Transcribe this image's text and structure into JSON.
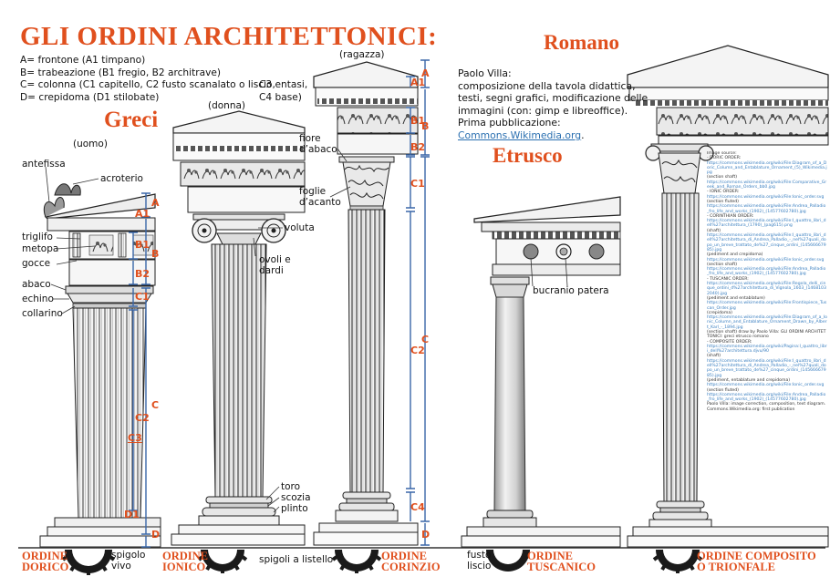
{
  "title": "GLI ORDINI ARCHITETTONICI:",
  "legend": {
    "a": "A= frontone (A1 timpano)",
    "b": "B= trabeazione (B1 fregio, B2 architrave)",
    "c_left": "C= colonna (C1 capitello, C2 fusto scanalato o liscio,",
    "c_right": "C3 entasi,",
    "d_left": "D= crepidoma (D1 stilobate)",
    "d_right": "C4 base)"
  },
  "headings": {
    "greci": "Greci",
    "romano": "Romano",
    "etrusco": "Etrusco"
  },
  "figure_labels": {
    "uomo": "(uomo)",
    "donna": "(donna)",
    "ragazza": "(ragazza)"
  },
  "part_labels": {
    "antefissa": "antefissa",
    "acroterio": "acroterio",
    "triglifo": "triglifo",
    "metopa": "metopa",
    "gocce": "gocce",
    "abaco": "abaco",
    "echino": "echino",
    "collarino": "collarino",
    "voluta": "voluta",
    "ovoli_1": "ovoli e",
    "ovoli_2": "dardi",
    "fiore_1": "fiore",
    "fiore_2": "d’abaco",
    "foglie_1": "foglie",
    "foglie_2": "d’acanto",
    "toro": "toro",
    "scozia": "scozia",
    "plinto": "plinto",
    "bucranio": "bucranio patera",
    "spigolo_1": "spigolo",
    "spigolo_2": "vivo",
    "spigoli_listello": "spigoli a listello",
    "fusto_1": "fusto",
    "fusto_2": "liscio"
  },
  "codes": {
    "A": "A",
    "A1": "A1",
    "B": "B",
    "B1": "B1",
    "B2": "B2",
    "C": "C",
    "C1": "C1",
    "C2": "C2",
    "C3": "C3",
    "C4": "C4",
    "D": "D",
    "D1": "D1"
  },
  "orders": {
    "dorico_1": "ORDINE",
    "dorico_2": "DORICO",
    "ionico_1": "ORDINE",
    "ionico_2": "IONICO",
    "corinzio_1": "ORDINE",
    "corinzio_2": "CORINZIO",
    "tuscanico_1": "ORDINE",
    "tuscanico_2": "TUSCANICO",
    "composito_1": "ORDINE COMPOSITO",
    "composito_2": "O TRIONFALE"
  },
  "credit": {
    "line1": "Paolo Villa:",
    "line2": "composizione della tavola didattica,",
    "line3": "testi, segni grafici, modificazione delle",
    "line4": "immagini (con: gimp e libreoffice).",
    "line5": "Prima pubblicazione:",
    "link": "Commons.Wikimedia.org",
    "after_link": "."
  },
  "source_notes": [
    "Image source:",
    "- DORIC ORDER:",
    "https://commons.wikimedia.org/wiki/File:Diagram_of_a_Doric_Column_and_Entablature_Ornament_(5)_Wikimedia.jpg",
    "(section shaft)",
    "https://commons.wikimedia.org/wiki/File:Comparative_Greek_and_Roman_Orders_bb0.jpg",
    "- IONIC ORDER:",
    "https://commons.wikimedia.org/wiki/File:Ionic_order.svg",
    "(section fluted)",
    "https://commons.wikimedia.org/wiki/File:Andrea_Palladio_fro_life_and_works_(1902)_(14577602780).jpg",
    "- CORINTHIAN ORDER:",
    "https://commons.wikimedia.org/wiki/File:I_quattro_libri_dell%27architettura_(1790)_(pag615).png",
    "(shaft)",
    "https://commons.wikimedia.org/wiki/File:I_quattro_libri_dell%27architettura_di_Andrea_Palladio_-_nel%27quali_dopo_un_breve_trattato_de%27_cinque_ordini_(14566667985).jpg",
    "(pediment and crepidoma)",
    "https://commons.wikimedia.org/wiki/File:Ionic_order.svg",
    "(section shaft)",
    "https://commons.wikimedia.org/wiki/File:Andrea_Palladio_fro_life_and_works_(1902)_(14577602780).jpg",
    "- TUSCANIC ORDER:",
    "https://commons.wikimedia.org/wiki/File:Regola_delli_cinque_ordini_d%27architettura_di_Vignola_1603_(14681032040).jpg",
    "(pediment and entablature)",
    "https://commons.wikimedia.org/wiki/File:Frontispiece_Tuscan_Order.jpg",
    "(crepidoma)",
    "https://commons.wikimedia.org/wiki/File:Diagram_of_a_Ionic_Column_and_Entablature_Ornament_Drawn_by_Albert_Karl_-_1894.jpg",
    "(section shaft) draw by Paolo Villa: GLI ORDINI ARCHITETTONICI: greci etrusco romano",
    "- COMPOSITE ORDER:",
    "https://commons.wikimedia.org/wiki/Pagina:I_quattro_libri_dell%27architettura.djvu/90",
    "(shaft)",
    "https://commons.wikimedia.org/wiki/File:I_quattro_libri_dell%27architettura_di_Andrea_Palladio_-_nel%27quali_dopo_un_breve_trattato_de%27_cinque_ordini_(14566667985).jpg",
    "(pediment, entablature and crepidoma)",
    "https://commons.wikimedia.org/wiki/File:Ionic_order.svg",
    "(section fluted)",
    "https://commons.wikimedia.org/wiki/File:Andrea_Palladio_fro_life_and_works_(1902)_(14577602780).jpg",
    "Paolo Villa: image correction, composition, text diagram. Commons.Wikimedia.org: first publication"
  ],
  "colors": {
    "accent": "#e0501e",
    "bracket": "#3a67a8",
    "link": "#2a6fb0"
  }
}
